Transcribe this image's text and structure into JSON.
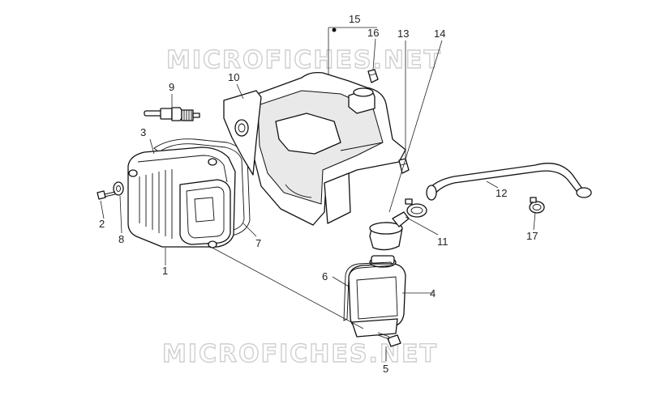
{
  "watermarks": [
    "MICROFICHES.NET",
    "MICROFICHES.NET"
  ],
  "callouts": {
    "c1": "1",
    "c2": "2",
    "c3": "3",
    "c4": "4",
    "c5": "5",
    "c6": "6",
    "c7": "7",
    "c8": "8",
    "c9": "9",
    "c10": "10",
    "c11": "11",
    "c12": "12",
    "c13": "13",
    "c14": "14",
    "c15": "15",
    "c16": "16",
    "c17": "17"
  },
  "colors": {
    "line": "#111111",
    "watermark": "#cfcfcf",
    "background": "#ffffff"
  }
}
